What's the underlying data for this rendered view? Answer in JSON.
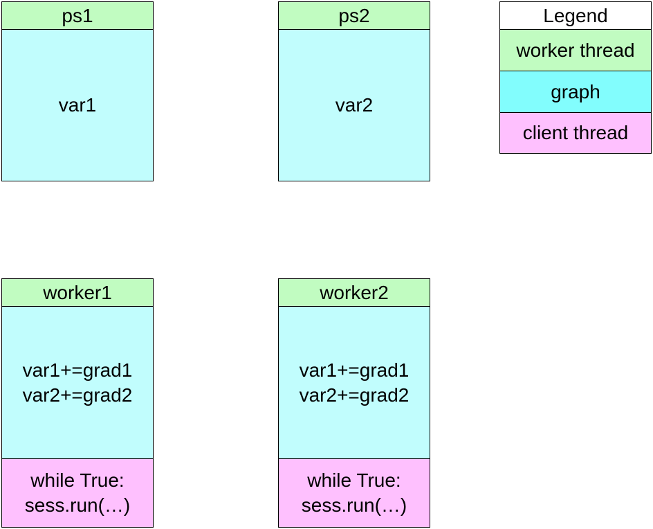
{
  "ps1": {
    "header": "ps1",
    "graph": "var1"
  },
  "ps2": {
    "header": "ps2",
    "graph": "var2"
  },
  "worker1": {
    "header": "worker1",
    "graph": "var1+=grad1\nvar2+=grad2",
    "client": "while True:\nsess.run(…)"
  },
  "worker2": {
    "header": "worker2",
    "graph": "var1+=grad1\nvar2+=grad2",
    "client": "while True:\nsess.run(…)"
  },
  "legend": {
    "title": "Legend",
    "items": [
      {
        "label": "worker thread",
        "color": "#c1fcc1"
      },
      {
        "label": "graph",
        "color": "#82fdfd"
      },
      {
        "label": "client thread",
        "color": "#fec0fe"
      }
    ]
  },
  "colors": {
    "worker_thread": "#c1fcc1",
    "graph": "#c1fdfd",
    "client_thread": "#fec0fe"
  }
}
